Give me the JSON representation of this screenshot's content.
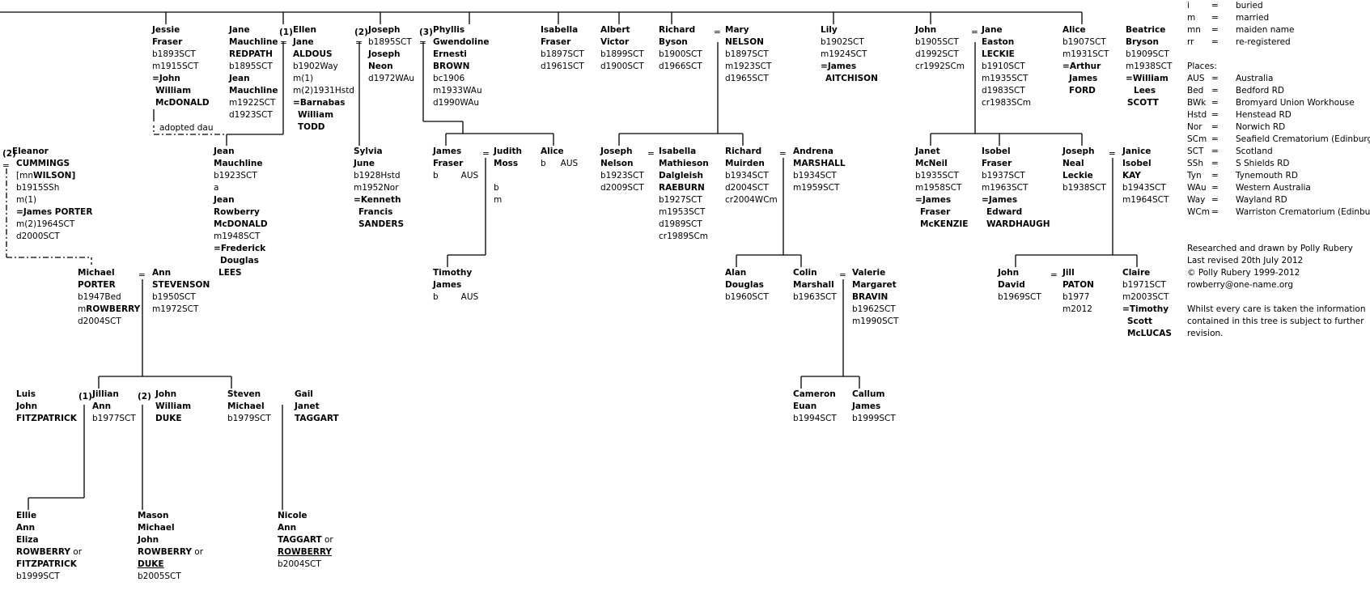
{
  "legend": {
    "abbrevs": [
      {
        "k": "i",
        "v": "buried"
      },
      {
        "k": "m",
        "v": "married"
      },
      {
        "k": "mn",
        "v": "maiden name"
      },
      {
        "k": "rr",
        "v": "re-registered"
      }
    ],
    "places_title": "Places:",
    "places": [
      {
        "k": "AUS",
        "v": "Australia"
      },
      {
        "k": "Bed",
        "v": "Bedford RD"
      },
      {
        "k": "BWk",
        "v": "Bromyard Union Workhouse"
      },
      {
        "k": "Hstd",
        "v": "Henstead RD"
      },
      {
        "k": "Nor",
        "v": "Norwich RD"
      },
      {
        "k": "SCm",
        "v": "Seafield Crematorium (Edinburgh)"
      },
      {
        "k": "SCT",
        "v": "Scotland"
      },
      {
        "k": "SSh",
        "v": "S Shields RD"
      },
      {
        "k": "Tyn",
        "v": "Tynemouth RD"
      },
      {
        "k": "WAu",
        "v": "Western Australia"
      },
      {
        "k": "Way",
        "v": "Wayland RD"
      },
      {
        "k": "WCm",
        "v": "Warriston Crematorium (Edinburgh)"
      }
    ],
    "credits": [
      "Researched and drawn by Polly Rubery",
      "Last revised 20th July 2012",
      "© Polly Rubery 1999-2012",
      "rowberry@one-name.org"
    ],
    "disclaimer": [
      "Whilst every care is taken the information",
      "contained in this tree is subject to further",
      "revision."
    ],
    "eq": "="
  },
  "labels": {
    "adopted": "adopted dau",
    "n1_ellen": "(1)",
    "n2_joseph": "(2)",
    "n3_phyllis": "(3)",
    "n2_eleanor": "(2)",
    "n1_jillian": "(1)",
    "n2_john": "(2)"
  },
  "people": {
    "jessie": [
      "Jessie",
      "Fraser",
      "b1893SCT",
      "m1915SCT"
    ],
    "jessie_sp": [
      "John",
      "William",
      "McDONALD"
    ],
    "jane_m": [
      "Jane",
      "Mauchline",
      "REDPATH",
      "b1895SCT",
      "Jean",
      "Mauchline",
      "m1922SCT",
      "d1923SCT"
    ],
    "ellen": [
      "Ellen",
      "Jane",
      "ALDOUS",
      "b1902Way",
      "m(1)",
      "m(2)1931Hstd"
    ],
    "ellen_sp": [
      "Barnabas",
      "William",
      "TODD"
    ],
    "joseph": [
      "Joseph",
      "b1895SCT",
      "Joseph",
      "Neon",
      "d1972WAu"
    ],
    "phyllis": [
      "Phyllis",
      "Gwendoline",
      "Ernesti",
      "BROWN",
      "bc1906",
      "m1933WAu",
      "d1990WAu"
    ],
    "isabella_f": [
      "Isabella",
      "Fraser",
      "b1897SCT",
      "d1961SCT"
    ],
    "albert": [
      "Albert",
      "Victor",
      "b1899SCT",
      "d1900SCT"
    ],
    "richard_b": [
      "Richard",
      "Byson",
      "b1900SCT",
      "d1966SCT"
    ],
    "mary": [
      "Mary",
      "NELSON",
      "b1897SCT",
      "m1923SCT",
      "d1965SCT"
    ],
    "lily": [
      "Lily",
      "b1902SCT",
      "m1924SCT"
    ],
    "lily_sp": [
      "James",
      "AITCHISON"
    ],
    "john_1905": [
      "John",
      "b1905SCT",
      "d1992SCT",
      "cr1992SCm"
    ],
    "jane_e": [
      "Jane",
      "Easton",
      "LECKIE",
      "b1910SCT",
      "m1935SCT",
      "d1983SCT",
      "cr1983SCm"
    ],
    "alice_1907": [
      "Alice",
      "b1907SCT",
      "m1931SCT"
    ],
    "alice_sp": [
      "Arthur",
      "James",
      "FORD"
    ],
    "beatrice": [
      "Beatrice",
      "Bryson",
      "b1909SCT",
      "m1938SCT"
    ],
    "beatrice_sp": [
      "William",
      "Lees",
      "SCOTT"
    ],
    "eleanor": [
      "Eleanor",
      "CUMMINGS",
      "[mn",
      "WILSON]",
      "b1915SSh",
      "m(1)",
      "James PORTER",
      "m(2)1964SCT",
      "d2000SCT"
    ],
    "jean_m": [
      "Jean",
      "Mauchline",
      "b1923SCT",
      "a",
      "Jean",
      "Rowberry",
      "McDONALD",
      "m1948SCT"
    ],
    "jean_sp": [
      "Frederick",
      "Douglas",
      "LEES"
    ],
    "sylvia": [
      "Sylvia",
      "June",
      "b1928Hstd",
      "m1952Nor"
    ],
    "sylvia_sp": [
      "Kenneth",
      "Francis",
      "SANDERS"
    ],
    "james_f": [
      "James",
      "Fraser",
      "b",
      "AUS"
    ],
    "judith": [
      "Judith",
      "Moss",
      "b",
      "m"
    ],
    "alice_aus": [
      "Alice",
      "b",
      "AUS"
    ],
    "joseph_n": [
      "Joseph",
      "Nelson",
      "b1923SCT",
      "d2009SCT"
    ],
    "isabella_m": [
      "Isabella",
      "Mathieson",
      "Dalgleish",
      "RAEBURN",
      "b1927SCT",
      "m1953SCT",
      "d1989SCT",
      "cr1989SCm"
    ],
    "richard_m": [
      "Richard",
      "Muirden",
      "b1934SCT",
      "d2004SCT",
      "cr2004WCm"
    ],
    "andrena": [
      "Andrena",
      "MARSHALL",
      "b1934SCT",
      "m1959SCT"
    ],
    "janet": [
      "Janet",
      "McNeil",
      "b1935SCT",
      "m1958SCT"
    ],
    "janet_sp": [
      "James",
      "Fraser",
      "McKENZIE"
    ],
    "isobel_f": [
      "Isobel",
      "Fraser",
      "b1937SCT",
      "m1963SCT"
    ],
    "isobel_sp": [
      "James",
      "Edward",
      "WARDHAUGH"
    ],
    "joseph_l": [
      "Joseph",
      "Neal",
      "Leckie",
      "b1938SCT"
    ],
    "janice": [
      "Janice",
      "Isobel",
      "KAY",
      "b1943SCT",
      "m1964SCT"
    ],
    "michael": [
      "Michael",
      "PORTER",
      "b1947Bed",
      "m",
      "ROWBERRY",
      "d2004SCT"
    ],
    "ann": [
      "Ann",
      "STEVENSON",
      "b1950SCT",
      "m1972SCT"
    ],
    "timothy_j": [
      "Timothy",
      "James",
      "b",
      "AUS"
    ],
    "alan": [
      "Alan",
      "Douglas",
      "b1960SCT"
    ],
    "colin": [
      "Colin",
      "Marshall",
      "b1963SCT"
    ],
    "valerie": [
      "Valerie",
      "Margaret",
      "BRAVIN",
      "b1962SCT",
      "m1990SCT"
    ],
    "john_david": [
      "John",
      "David",
      "b1969SCT"
    ],
    "jill": [
      "Jill",
      "PATON",
      "b1977",
      "m2012"
    ],
    "claire": [
      "Claire",
      "b1971SCT",
      "m2003SCT"
    ],
    "claire_sp": [
      "Timothy",
      "Scott",
      "McLUCAS"
    ],
    "luis": [
      "Luis",
      "John",
      "FITZPATRICK"
    ],
    "jillian": [
      "Jillian",
      "Ann",
      "b1977SCT"
    ],
    "john_duke": [
      "John",
      "William",
      "DUKE"
    ],
    "steven": [
      "Steven",
      "Michael",
      "b1979SCT"
    ],
    "gail": [
      "Gail",
      "Janet",
      "TAGGART"
    ],
    "cameron": [
      "Cameron",
      "Euan",
      "b1994SCT"
    ],
    "callum": [
      "Callum",
      "James",
      "b1999SCT"
    ],
    "ellie": [
      "Ellie",
      "Ann",
      "Eliza",
      "ROWBERRY",
      " or",
      "FITZPATRICK",
      "b1999SCT"
    ],
    "mason": [
      "Mason",
      "Michael",
      "John",
      "ROWBERRY",
      " or",
      "DUKE",
      "b2005SCT"
    ],
    "nicole": [
      "Nicole",
      "Ann",
      "TAGGART",
      " or",
      "ROWBERRY",
      "b2004SCT"
    ]
  }
}
